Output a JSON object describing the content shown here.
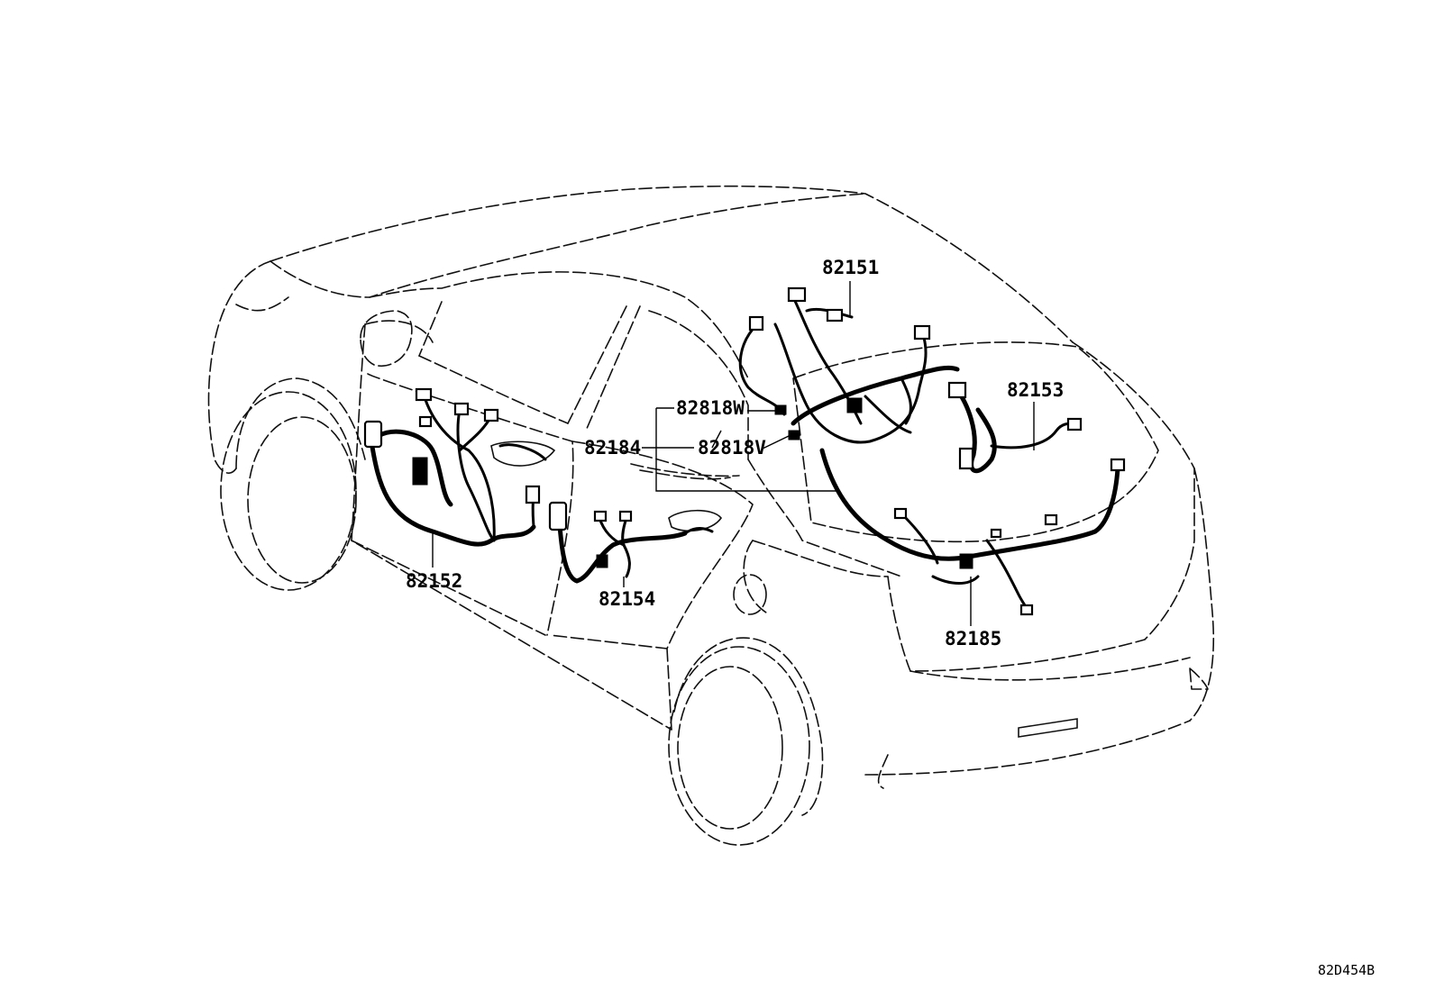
{
  "labels": {
    "p82151": "82151",
    "p82153": "82153",
    "p82818W": "82818W",
    "p82818V": "82818V",
    "p82184": "82184",
    "p82152": "82152",
    "p82154": "82154",
    "p82185": "82185"
  },
  "drawing_ref": "82D454B"
}
